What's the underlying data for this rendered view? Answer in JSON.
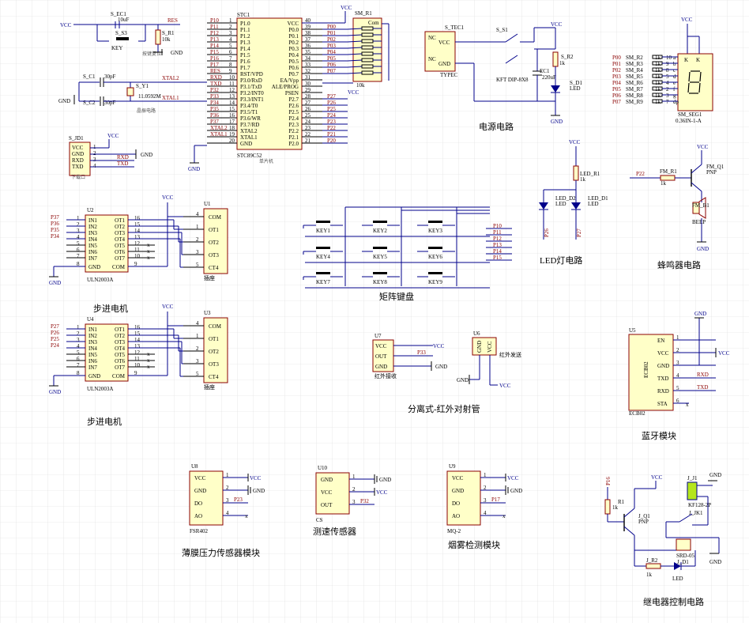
{
  "labels": {
    "vcc": "VCC",
    "gnd": "GND",
    "res": "RES",
    "xtal1": "XTAL1",
    "xtal2": "XTAL2",
    "p23": "P23",
    "p32": "P32",
    "p17": "P17",
    "p22": "P22",
    "p16": "P16",
    "p33": "P33",
    "rxd": "RXD",
    "txd": "TXD",
    "gnd_mark": "GND"
  },
  "reset": {
    "cap_ref": "S_EC1",
    "cap_val": "10uF",
    "sw_ref": "S_S3",
    "sw_name": "KEY",
    "res_ref": "S_R1",
    "res_val": "10k",
    "caption": "按键复位"
  },
  "crystal": {
    "c1_ref": "S_C1",
    "c1_val": "30pF",
    "c2_ref": "S_C2",
    "c2_val": "30pF",
    "x_ref": "S_Y1",
    "x_val": "11.0592M",
    "caption": "晶振电路"
  },
  "download": {
    "ref": "S_JD1",
    "pins": [
      "VCC",
      "GND",
      "RXD",
      "TXD"
    ],
    "nums": [
      "1",
      "2",
      "3",
      "4"
    ],
    "caption": "下载口"
  },
  "mcu": {
    "ref": "STC1",
    "part": "STC89C52",
    "subtitle": "单片机",
    "left_pins": [
      "P1.0",
      "P1.1",
      "P1.2",
      "P1.3",
      "P1.4",
      "P1.5",
      "P1.6",
      "P1.7",
      "RST/VPD",
      "P3.0/RxD",
      "P3.1/TxD",
      "P3.2/INT0",
      "P3.3/INT1",
      "P3.4/T0",
      "P3.5/T1",
      "P3.6/WR",
      "P3.7/RD",
      "XTAL2",
      "XTAL1",
      "GND"
    ],
    "right_pins": [
      "VCC",
      "P0.0",
      "P0.1",
      "P0.2",
      "P0.3",
      "P0.4",
      "P0.5",
      "P0.6",
      "P0.7",
      "EA/Vpp",
      "ALE/PROG",
      "PSEN",
      "P2.7",
      "P2.6",
      "P2.5",
      "P2.4",
      "P2.3",
      "P2.2",
      "P2.1",
      "P2.0"
    ],
    "left_nets": [
      "P10",
      "P11",
      "P12",
      "P13",
      "P14",
      "P15",
      "P16",
      "P17",
      "RES",
      "RXD",
      "TXD",
      "P32",
      "P33",
      "P34",
      "P35",
      "P36",
      "P37",
      "XTAL2",
      "XTAL1",
      ""
    ],
    "right_nets": [
      "",
      "P00",
      "P01",
      "P02",
      "P03",
      "P04",
      "P05",
      "P06",
      "P07",
      "",
      "",
      "",
      "P27",
      "P26",
      "P25",
      "P24",
      "P23",
      "P22",
      "P21",
      "P20"
    ],
    "left_nums": [
      "1",
      "2",
      "3",
      "4",
      "5",
      "6",
      "7",
      "8",
      "9",
      "10",
      "11",
      "12",
      "13",
      "14",
      "15",
      "16",
      "17",
      "18",
      "19",
      "20"
    ],
    "right_nums": [
      "40",
      "39",
      "38",
      "37",
      "36",
      "35",
      "34",
      "33",
      "32",
      "31",
      "30",
      "29",
      "28",
      "27",
      "26",
      "25",
      "24",
      "23",
      "22",
      "21"
    ]
  },
  "pullup": {
    "ref": "SM_R1",
    "val": "10k",
    "com": "Com"
  },
  "power": {
    "jack_ref": "S_TEC1",
    "jack_type": "TYPEC",
    "sw_ref": "S_S1",
    "sw_type": "KFT DIP-8X8",
    "ec_ref": "EC1",
    "ec_val": "220uF",
    "r_ref": "S_R2",
    "r_val": "1k",
    "led_ref": "S_D1",
    "led_type": "LED",
    "pins": [
      "VCC",
      "GND"
    ],
    "nc": "NC",
    "caption": "电源电路"
  },
  "seg": {
    "ref": "SM_SEG1",
    "type": "0.36IN-1-A",
    "k": "K",
    "nets": [
      "P00",
      "P01",
      "P02",
      "P03",
      "P04",
      "P05",
      "P06",
      "P07"
    ],
    "res": [
      "SM_R2",
      "SM_R3",
      "SM_R4",
      "SM_R5",
      "SM_R6",
      "SM_R7",
      "SM_R8",
      "SM_R9"
    ],
    "rval": "1k",
    "pins": [
      "10",
      "9",
      "8",
      "5",
      "4",
      "2",
      "3",
      "7"
    ],
    "segs": [
      "a",
      "b",
      "c",
      "d",
      "e",
      "f",
      "g",
      "dp"
    ]
  },
  "leds": {
    "r_ref": "LED_R1",
    "r_val": "1k",
    "d2_ref": "LED_D2",
    "d1_ref": "LED_D1",
    "type": "LED",
    "nets": [
      "P26",
      "P27"
    ],
    "caption": "LED灯电路"
  },
  "buzzer": {
    "r_ref": "FM_R1",
    "r_val": "1k",
    "q_ref": "FM_Q1",
    "q_type": "PNP",
    "b_ref": "FM_B1",
    "b_type": "BEEP",
    "caption": "蜂鸣器电路"
  },
  "stepper1": {
    "drv_ref": "U2",
    "drv_type": "ULN2003A",
    "conn_ref": "U1",
    "conn_type": "插座",
    "inputs": [
      "IN1",
      "IN2",
      "IN3",
      "IN4",
      "IN5",
      "IN6",
      "IN7"
    ],
    "outputs": [
      "OT1",
      "OT2",
      "OT3",
      "OT4",
      "OT5",
      "OT6",
      "OT7"
    ],
    "nets": [
      "P37",
      "P36",
      "P35",
      "P34"
    ],
    "conn_pins": [
      "COM",
      "OT1",
      "OT2",
      "OT3",
      "CT4"
    ],
    "in_nums": [
      "1",
      "2",
      "3",
      "4",
      "5",
      "6",
      "7"
    ],
    "out_nums": [
      "16",
      "15",
      "14",
      "13",
      "12",
      "11",
      "10"
    ],
    "conn_nums": [
      "4",
      "1",
      "2",
      "3",
      "5"
    ],
    "gnd_pin": "GND",
    "com_pin": "COM",
    "gnd_num": "8",
    "com_num": "9",
    "caption": "步进电机"
  },
  "stepper2": {
    "drv_ref": "U4",
    "drv_type": "ULN2003A",
    "conn_ref": "U3",
    "conn_type": "插座",
    "inputs": [
      "IN1",
      "IN2",
      "IN3",
      "IN4",
      "IN5",
      "IN6",
      "IN7"
    ],
    "outputs": [
      "OT1",
      "OT2",
      "OT3",
      "OT4",
      "OT5",
      "OT6",
      "OT7"
    ],
    "nets": [
      "P27",
      "P26",
      "P25",
      "P24"
    ],
    "conn_pins": [
      "COM",
      "OT1",
      "OT2",
      "OT3",
      "CT4"
    ],
    "in_nums": [
      "1",
      "2",
      "3",
      "4",
      "5",
      "6",
      "7"
    ],
    "out_nums": [
      "16",
      "15",
      "14",
      "13",
      "12",
      "11",
      "10"
    ],
    "conn_nums": [
      "4",
      "1",
      "2",
      "3",
      "5"
    ],
    "gnd_pin": "GND",
    "com_pin": "COM",
    "gnd_num": "8",
    "com_num": "9",
    "caption": "步进电机"
  },
  "keypad": {
    "keys": [
      "KEY1",
      "KEY2",
      "KEY3",
      "KEY4",
      "KEY5",
      "KEY6",
      "KEY7",
      "KEY8",
      "KEY9"
    ],
    "nets": [
      "P10",
      "P11",
      "P12",
      "P13",
      "P14",
      "P15"
    ],
    "caption": "矩阵键盘"
  },
  "ir": {
    "rx_ref": "U7",
    "rx_pins": [
      "VCC",
      "OUT",
      "GND"
    ],
    "rx_name": "红外接收",
    "tx_ref": "U6",
    "tx_pins": [
      "GND",
      "VCC"
    ],
    "tx_name": "红外发送",
    "caption": "分离式-红外对射管"
  },
  "bt": {
    "ref": "U5",
    "type": "ECB02",
    "pins": [
      "EN",
      "VCC",
      "GND",
      "TXD",
      "RXD",
      "STA"
    ],
    "nums": [
      "1",
      "2",
      "3",
      "4",
      "5",
      "6"
    ],
    "caption": "蓝牙模块"
  },
  "fsr": {
    "ref": "U8",
    "type": "FSR402",
    "pins": [
      "VCC",
      "GND",
      "DO",
      "AO"
    ],
    "nums": [
      "1",
      "2",
      "3",
      "4"
    ],
    "caption": "薄膜压力传感器模块"
  },
  "speed": {
    "ref": "U10",
    "type": "CS",
    "pins": [
      "GND",
      "VCC",
      "OUT"
    ],
    "nums": [
      "1",
      "2",
      "3"
    ],
    "caption": "测速传感器"
  },
  "smoke": {
    "ref": "U9",
    "type": "MQ-2",
    "pins": [
      "VCC",
      "GND",
      "DO",
      "AO"
    ],
    "nums": [
      "1",
      "2",
      "3",
      "4"
    ],
    "caption": "烟雾检测模块"
  },
  "relay": {
    "r1_ref": "R1",
    "r1_val": "1k",
    "q_ref": "J_Q1",
    "q_type": "PNP",
    "j_ref": "J_J1",
    "j_type": "KF128-2P",
    "k_ref": "J_JK1",
    "k_type": "SRD-05",
    "r2_ref": "J_R2",
    "r2_val": "1k",
    "d_ref": "J_D1",
    "d_type": "LED",
    "caption": "继电器控制电路"
  }
}
